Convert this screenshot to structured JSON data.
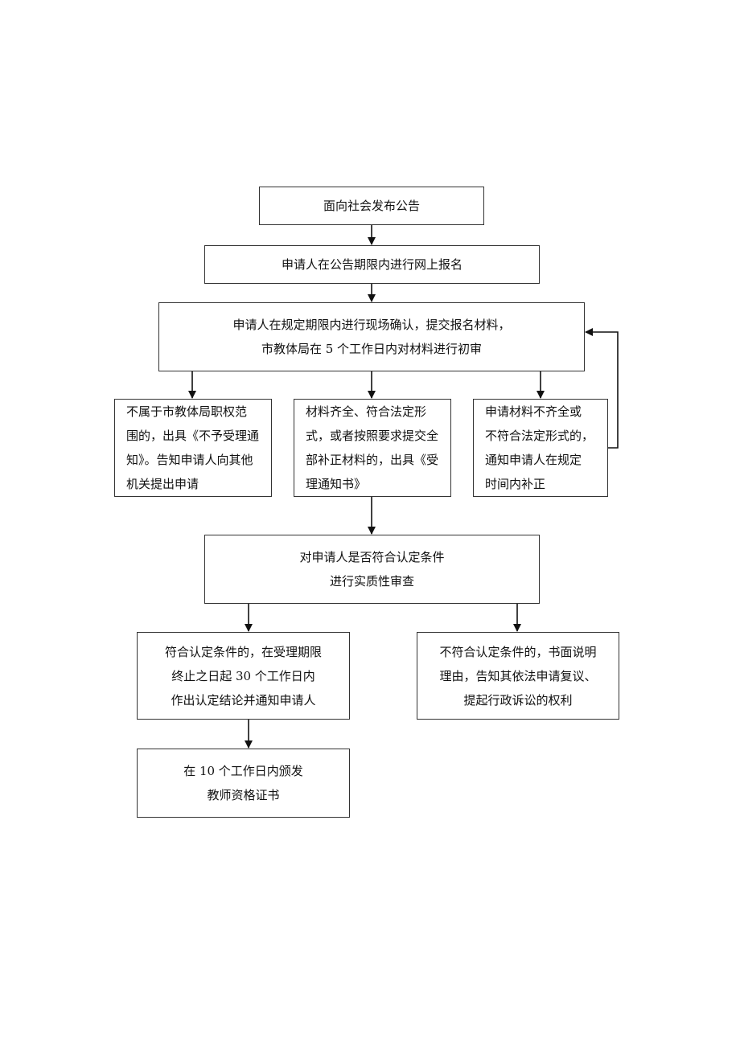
{
  "nodes": {
    "announce": {
      "lines": [
        "面向社会发布公告"
      ]
    },
    "register": {
      "lines": [
        "申请人在公告期限内进行网上报名"
      ]
    },
    "confirm": {
      "lines": [
        "申请人在规定期限内进行现场确认，提交报名材料，",
        "市教体局在 5 个工作日内对材料进行初审"
      ]
    },
    "reject": {
      "lines": [
        "不属于市教体局职权范",
        "围的，出具《不予受理通",
        "知》。告知申请人向其他",
        "机关提出申请"
      ]
    },
    "accept": {
      "lines": [
        "材料齐全、符合法定形",
        "式，或者按照要求提交全",
        "部补正材料的，出具《受",
        "理通知书》"
      ]
    },
    "supplement": {
      "lines": [
        "申请材料不齐全或",
        "不符合法定形式的，",
        "通知申请人在规定",
        "时间内补正"
      ]
    },
    "review": {
      "lines": [
        "对申请人是否符合认定条件",
        "进行实质性审查"
      ]
    },
    "qualified": {
      "lines": [
        "符合认定条件的，在受理期限",
        "终止之日起 30 个工作日内",
        "作出认定结论并通知申请人"
      ]
    },
    "unqualified": {
      "lines": [
        "不符合认定条件的，书面说明",
        "理由，告知其依法申请复议、",
        "提起行政诉讼的权利"
      ]
    },
    "certificate": {
      "lines": [
        "在 10 个工作日内颁发",
        "教师资格证书"
      ]
    }
  }
}
